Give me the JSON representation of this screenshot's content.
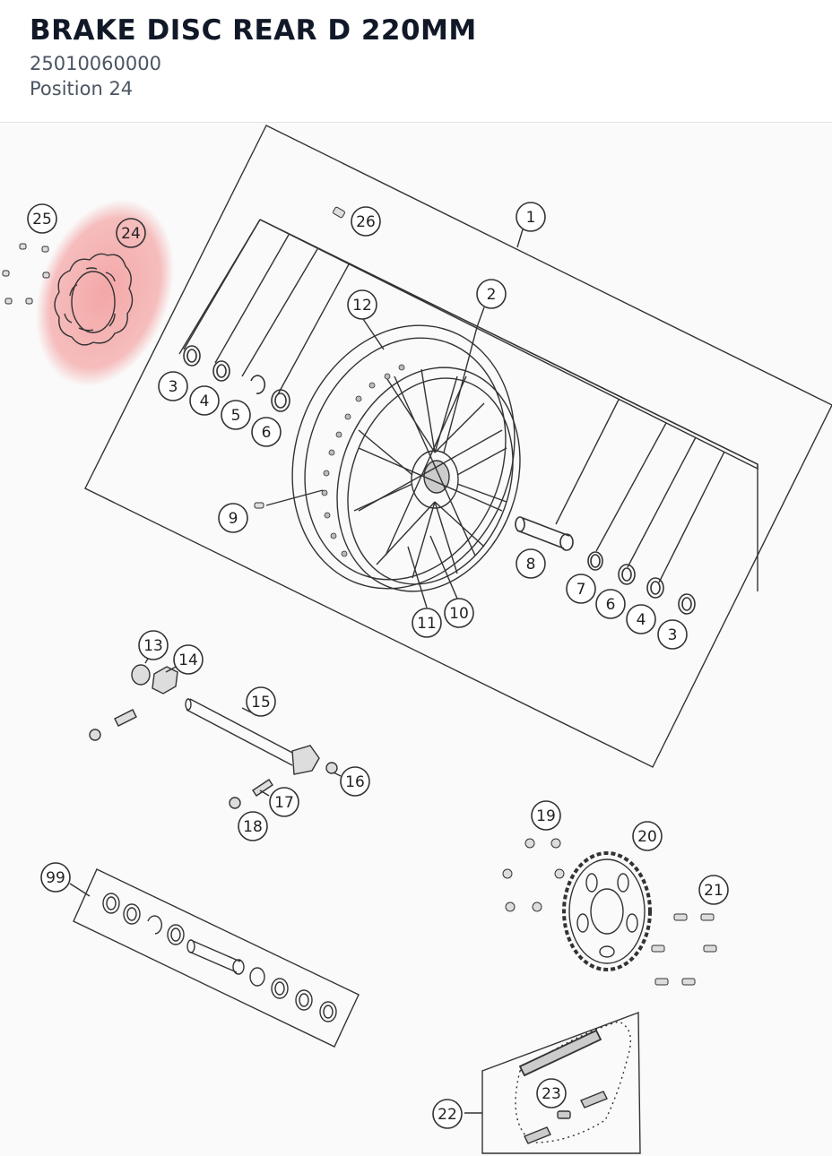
{
  "header": {
    "title": "BRAKE DISC REAR D 220MM",
    "part_number": "25010060000",
    "position": "Position 24"
  },
  "diagram": {
    "highlight_color": "#f28b8b",
    "callouts": [
      {
        "id": "c1",
        "label": "1"
      },
      {
        "id": "c2",
        "label": "2"
      },
      {
        "id": "c3a",
        "label": "3"
      },
      {
        "id": "c4a",
        "label": "4"
      },
      {
        "id": "c5",
        "label": "5"
      },
      {
        "id": "c6a",
        "label": "6"
      },
      {
        "id": "c9",
        "label": "9"
      },
      {
        "id": "c12",
        "label": "12"
      },
      {
        "id": "c8",
        "label": "8"
      },
      {
        "id": "c7",
        "label": "7"
      },
      {
        "id": "c6b",
        "label": "6"
      },
      {
        "id": "c4b",
        "label": "4"
      },
      {
        "id": "c3b",
        "label": "3"
      },
      {
        "id": "c11",
        "label": "11"
      },
      {
        "id": "c10",
        "label": "10"
      },
      {
        "id": "c24",
        "label": "24"
      },
      {
        "id": "c25",
        "label": "25"
      },
      {
        "id": "c26",
        "label": "26"
      },
      {
        "id": "c13",
        "label": "13"
      },
      {
        "id": "c14",
        "label": "14"
      },
      {
        "id": "c15",
        "label": "15"
      },
      {
        "id": "c16",
        "label": "16"
      },
      {
        "id": "c17",
        "label": "17"
      },
      {
        "id": "c18",
        "label": "18"
      },
      {
        "id": "c99",
        "label": "99"
      },
      {
        "id": "c19",
        "label": "19"
      },
      {
        "id": "c20",
        "label": "20"
      },
      {
        "id": "c21",
        "label": "21"
      },
      {
        "id": "c22",
        "label": "22"
      },
      {
        "id": "c23",
        "label": "23"
      }
    ]
  }
}
